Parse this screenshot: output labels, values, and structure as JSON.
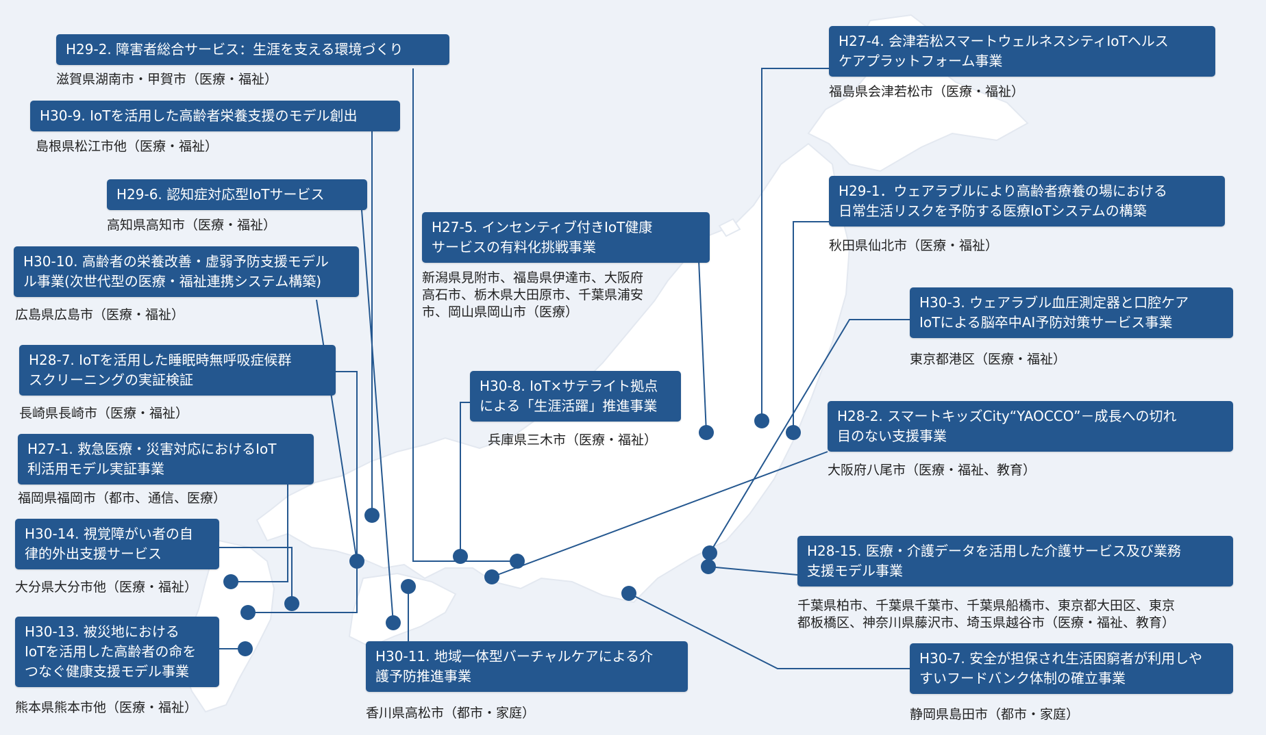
{
  "colors": {
    "box": "#24578f",
    "line": "#24578f",
    "map": "#ffffff",
    "background": "#eef2f8",
    "text": "#222222"
  },
  "projects": [
    {
      "id": "h29-2",
      "title": "H29-2. 障害者総合サービス：生涯を支える環境づくり",
      "location": "滋賀県湖南市・甲賀市（医療・福祉）"
    },
    {
      "id": "h30-9",
      "title": "H30-9. IoTを活用した高齢者栄養支援のモデル創出",
      "location": "島根県松江市他（医療・福祉）"
    },
    {
      "id": "h29-6",
      "title": "H29-6. 認知症対応型IoTサービス",
      "location": "高知県高知市（医療・福祉）"
    },
    {
      "id": "h30-10",
      "title": "H30-10. 高齢者の栄養改善・虚弱予防支援モデル\n ル事業(次世代型の医療・福祉連携システム構築)",
      "location": "広島県広島市（医療・福祉）"
    },
    {
      "id": "h28-7",
      "title": "H28-7. IoTを活用した睡眠時無呼吸症候群\nスクリーニングの実証検証",
      "location": "長崎県長崎市（医療・福祉）"
    },
    {
      "id": "h27-1",
      "title": "H27-1. 救急医療・災害対応におけるIoT\n利活用モデル実証事業",
      "location": "福岡県福岡市（都市、通信、医療）"
    },
    {
      "id": "h30-14",
      "title": "H30-14. 視覚障がい者の自\n律的外出支援サービス",
      "location": "大分県大分市他（医療・福祉）"
    },
    {
      "id": "h30-13",
      "title": "H30-13. 被災地における\nIoTを活用した高齢者の命を\nつなぐ健康支援モデル事業",
      "location": "熊本県熊本市他（医療・福祉）"
    },
    {
      "id": "h27-5",
      "title": "H27-5. インセンティブ付きIoT健康\nサービスの有料化挑戦事業",
      "location": "新潟県見附市、福島県伊達市、大阪府\n高石市、栃木県大田原市、千葉県浦安\n市、岡山県岡山市（医療）"
    },
    {
      "id": "h30-8",
      "title": "H30-8. IoT×サテライト拠点\nによる「生涯活躍」推進事業",
      "location": "兵庫県三木市（医療・福祉）"
    },
    {
      "id": "h30-11",
      "title": "H30-11. 地域一体型バーチャルケアによる介\n護予防推進事業",
      "location": "香川県高松市（都市・家庭）"
    },
    {
      "id": "h27-4",
      "title": "H27-4. 会津若松スマートウェルネスシティIoTヘルス\nケアプラットフォーム事業",
      "location": "福島県会津若松市（医療・福祉）"
    },
    {
      "id": "h29-1",
      "title": "H29-1．ウェアラブルにより高齢者療養の場における\n日常生活リスクを予防する医療IoTシステムの構築",
      "location": "秋田県仙北市（医療・福祉）"
    },
    {
      "id": "h30-3",
      "title": "H30-3. ウェアラブル血圧測定器と口腔ケア\nIoTによる脳卒中AI予防対策サービス事業",
      "location": "東京都港区（医療・福祉）"
    },
    {
      "id": "h28-2",
      "title": "H28-2. スマートキッズCity“YAOCCO”－成長への切れ\n目のない支援事業",
      "location": "大阪府八尾市（医療・福祉、教育）"
    },
    {
      "id": "h28-15",
      "title": "H28-15. 医療・介護データを活用した介護サービス及び業務\n支援モデル事業",
      "location": "千葉県柏市、千葉県千葉市、千葉県船橋市、東京都大田区、東京\n都板橋区、神奈川県藤沢市、埼玉県越谷市（医療・福祉、教育）"
    },
    {
      "id": "h30-7",
      "title": "H30-7. 安全が担保され生活困窮者が利用しや\nすいフードバンク体制の確立事業",
      "location": "静岡県島田市（都市・家庭）"
    }
  ]
}
